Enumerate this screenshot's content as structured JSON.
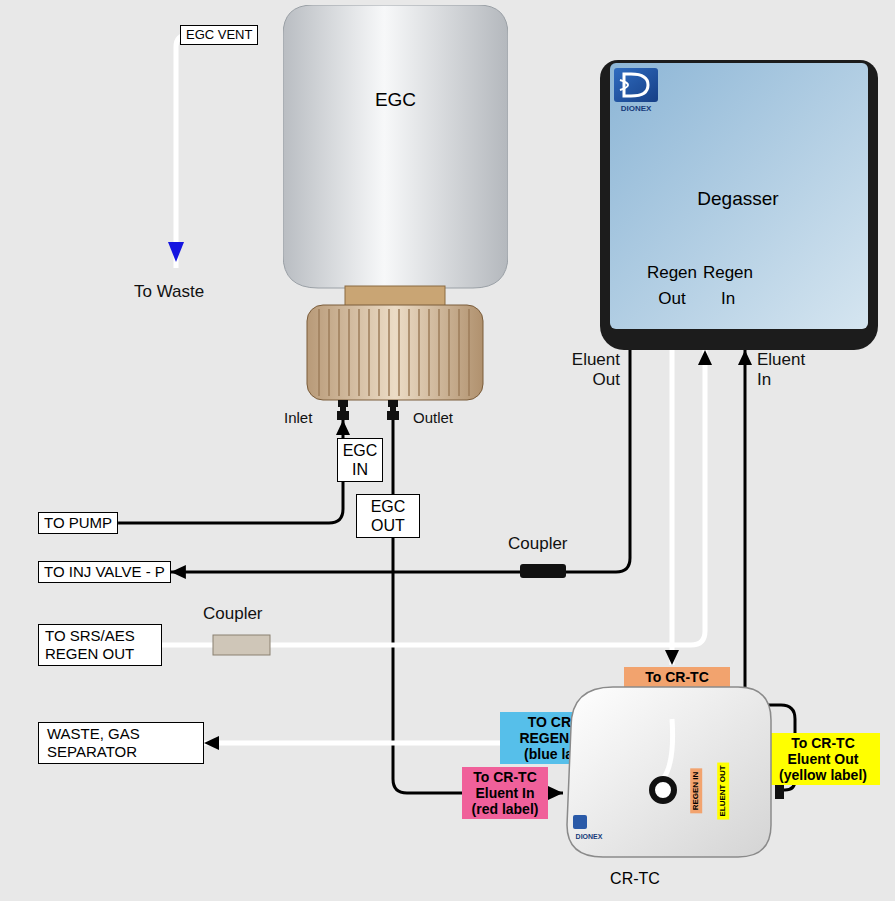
{
  "diagram": {
    "nodes": [
      {
        "text": [
          "EGC VENT"
        ]
      },
      {
        "text": [
          "EGC"
        ]
      },
      {
        "text": [
          "DIONEX",
          "Degasser",
          "Regen Out",
          "Regen In"
        ]
      },
      {
        "text": [
          "EGC IN"
        ]
      },
      {
        "text": [
          "EGC OUT"
        ]
      },
      {
        "text": [
          "TO PUMP"
        ]
      },
      {
        "text": [
          "TO INJ VALVE - P"
        ]
      },
      {
        "text": [
          "TO SRS/AES REGEN OUT"
        ]
      },
      {
        "text": [
          "To CR-TC Regen In (orange label)"
        ]
      },
      {
        "text": [
          "TO CR-TC REGEN OUT (blue label)"
        ]
      },
      {
        "text": [
          "WASTE, GAS SEPARATOR"
        ]
      },
      {
        "text": [
          "To CR-TC Eluent Out (yellow label)"
        ]
      },
      {
        "text": [
          "To CR-TC Eluent In (red label)"
        ]
      },
      {
        "text": [
          "DIONEX",
          "REGEN IN",
          "ELUENT OUT",
          "CR-TC"
        ]
      }
    ],
    "edges": [
      {
        "from": 5,
        "to": 1,
        "arrow": "to"
      },
      {
        "from": 1,
        "to": 13,
        "arrow": "to"
      },
      {
        "from": 13,
        "to": 2,
        "arrow": "to"
      },
      {
        "from": 2,
        "to": 6,
        "arrow": "to"
      },
      {
        "from": 7,
        "to": 2,
        "arrow": "to"
      },
      {
        "from": 2,
        "to": 13,
        "arrow": "to"
      },
      {
        "from": 13,
        "to": 10,
        "arrow": "to"
      }
    ],
    "labels": [
      "To Waste",
      "Inlet",
      "Outlet",
      "Eluent Out",
      "Eluent In",
      "Coupler",
      "Coupler"
    ]
  }
}
